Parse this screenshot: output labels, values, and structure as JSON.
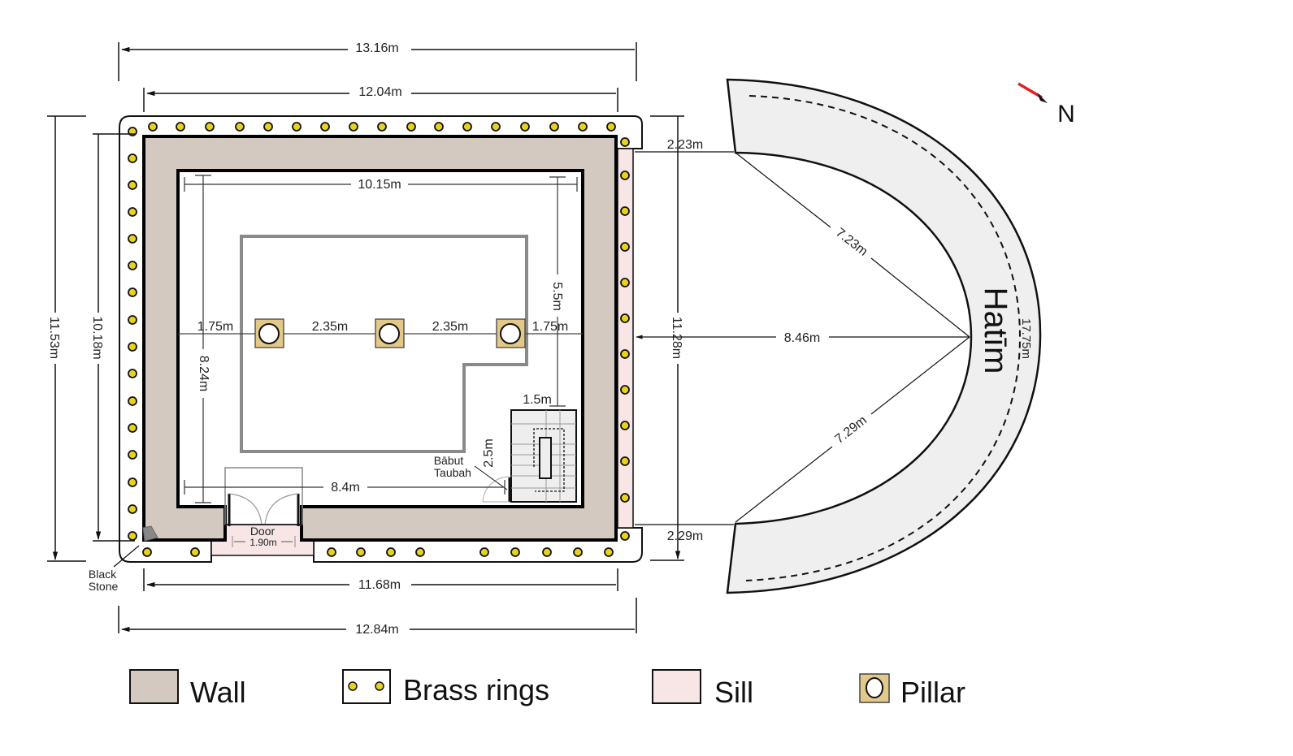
{
  "title": "Kaaba floor plan",
  "colors": {
    "wall": "#d3c9c0",
    "sill": "#f8e6e6",
    "brass_ring": "#e8d21c",
    "pillar": "#e2c98a",
    "hatim": "#efefef",
    "north_arrow": "#e02020"
  },
  "dimensions": {
    "outer_top": "13.16m",
    "inner_top": "12.04m",
    "interior_width": "10.15m",
    "outer_bottom": "12.84m",
    "inner_bottom": "11.68m",
    "left_outer": "11.53m",
    "left_inner": "10.18m",
    "interior_depth": "8.24m",
    "right_side": "11.28m",
    "interior_right": "5.5m",
    "pillar_gap_left": "1.75m",
    "pillar_gap_1": "2.35m",
    "pillar_gap_2": "2.35m",
    "pillar_gap_right": "1.75m",
    "stair_width": "1.5m",
    "stair_length": "2.5m",
    "door_to_stair": "8.4m",
    "door_width": "1.90m",
    "hatim_gap_top": "2.23m",
    "hatim_gap_bottom": "2.29m",
    "hatim_radius_top": "7.23m",
    "hatim_center": "8.46m",
    "hatim_radius_bottom": "7.29m",
    "hatim_arc": "17.75m"
  },
  "labels": {
    "door": "Door",
    "babut_taubah_1": "Bābut",
    "babut_taubah_2": "Taubah",
    "black_stone_1": "Black",
    "black_stone_2": "Stone",
    "hatim": "Hatīm",
    "north": "N"
  },
  "legend": [
    {
      "label": "Wall",
      "icon": "wall-swatch"
    },
    {
      "label": "Brass rings",
      "icon": "brass-rings-swatch"
    },
    {
      "label": "Sill",
      "icon": "sill-swatch"
    },
    {
      "label": "Pillar",
      "icon": "pillar-swatch"
    }
  ]
}
